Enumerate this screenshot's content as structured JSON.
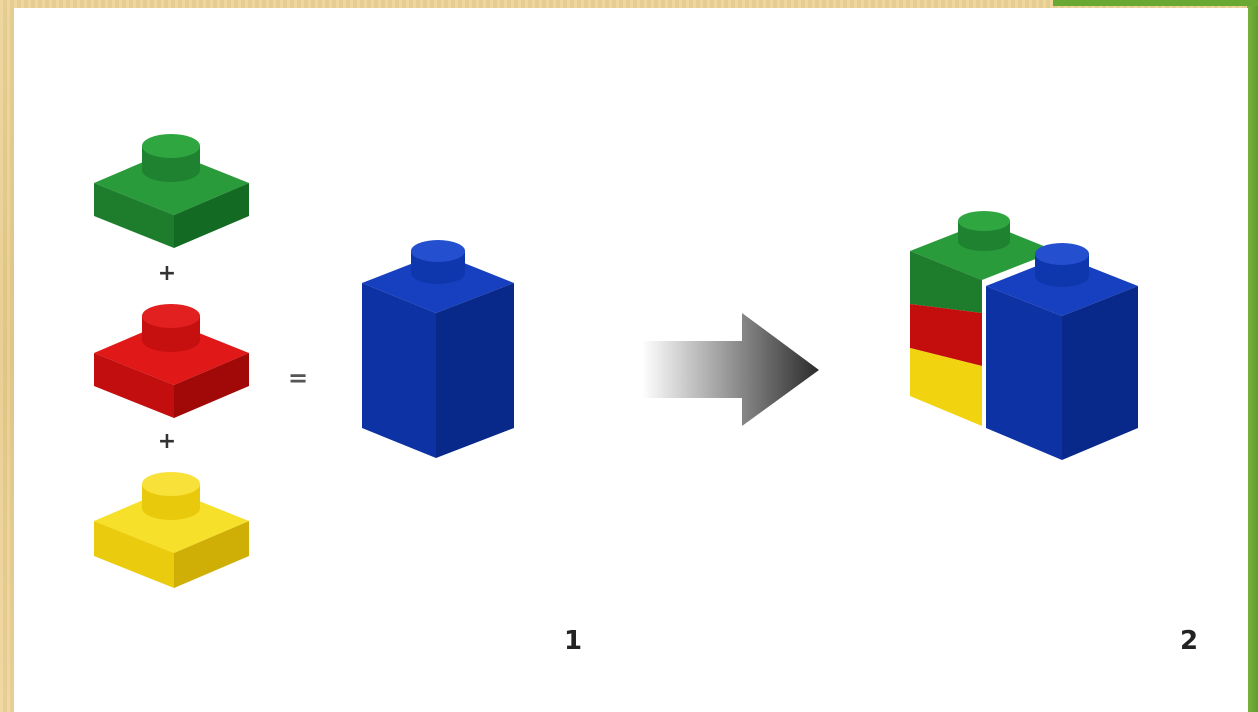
{
  "diagram": {
    "operators": {
      "plus": "+",
      "equals": "="
    },
    "labels": {
      "step_one": "1",
      "step_two": "2"
    },
    "bricks": {
      "stack": [
        "green",
        "red",
        "yellow"
      ],
      "result": "blue",
      "combined": [
        "green",
        "red",
        "yellow",
        "blue"
      ]
    },
    "colors": {
      "green": "#1b7a2c",
      "red": "#c40d0d",
      "yellow": "#f1d30f",
      "blue": "#0c33a6",
      "arrow": "#333333"
    },
    "icons": [
      "lego-brick-icon",
      "arrow-right-icon"
    ]
  }
}
